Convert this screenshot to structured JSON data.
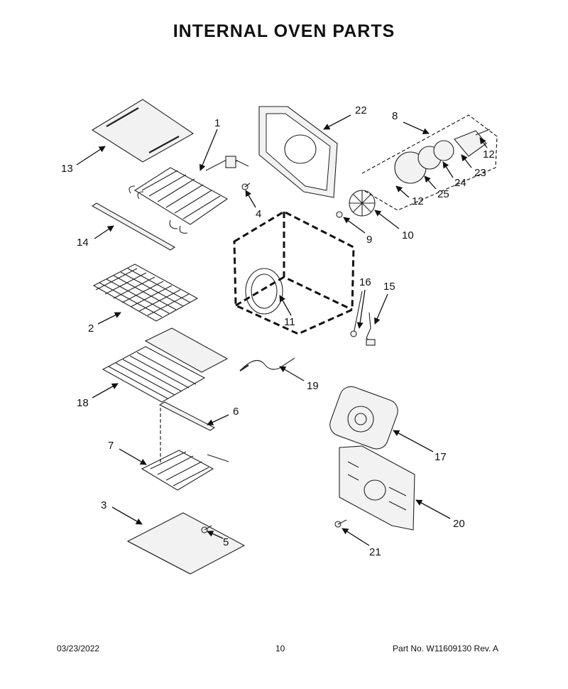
{
  "title": "INTERNAL OVEN PARTS",
  "footer": {
    "date": "03/23/2022",
    "page": "10",
    "part_no": "Part No.  W11609130  Rev.  A"
  },
  "callouts": [
    "1",
    "2",
    "3",
    "4",
    "5",
    "6",
    "7",
    "8",
    "9",
    "10",
    "11",
    "12",
    "12",
    "13",
    "14",
    "15",
    "16",
    "17",
    "18",
    "19",
    "20",
    "21",
    "22",
    "23",
    "24",
    "25"
  ]
}
